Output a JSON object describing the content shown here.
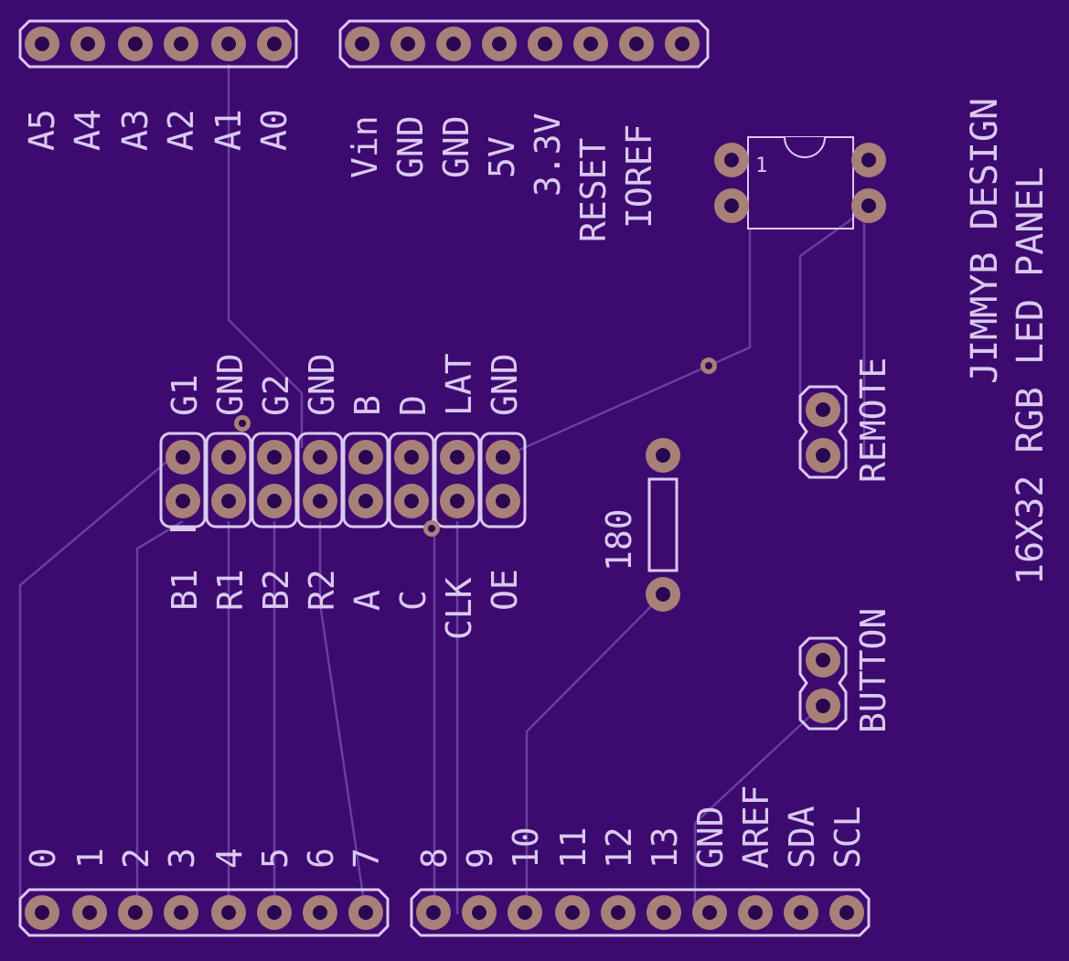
{
  "board": {
    "title": "JIMMYB DESIGN",
    "subtitle": "16X32 RGB LED PANEL",
    "colors": {
      "background": "#3d0a70",
      "silkscreen": "#d9c9ef",
      "pad": "#a88077",
      "trace": "#6a3ea0"
    }
  },
  "top_left_header": {
    "labels": [
      "A5",
      "A4",
      "A3",
      "A2",
      "A1",
      "A0"
    ]
  },
  "top_right_header": {
    "labels": [
      "Vin",
      "GND",
      "GND",
      "5V",
      "3.3V",
      "RESET",
      "IOREF"
    ]
  },
  "chip": {
    "pin1_label": "1"
  },
  "panel_connector": {
    "top_labels": [
      "G1",
      "GND",
      "G2",
      "GND",
      "B",
      "D",
      "LAT",
      "GND"
    ],
    "bottom_labels": [
      "B1",
      "R1",
      "B2",
      "R2",
      "A",
      "C",
      "CLK",
      "OE"
    ]
  },
  "resistor": {
    "value": "180"
  },
  "remote": {
    "label": "REMOTE"
  },
  "button": {
    "label": "BUTTON"
  },
  "bottom_left_header": {
    "labels": [
      "0",
      "1",
      "2",
      "3",
      "4",
      "5",
      "6",
      "7"
    ]
  },
  "bottom_right_header": {
    "labels": [
      "8",
      "9",
      "10",
      "11",
      "12",
      "13",
      "GND",
      "AREF",
      "SDA",
      "SCL"
    ]
  }
}
